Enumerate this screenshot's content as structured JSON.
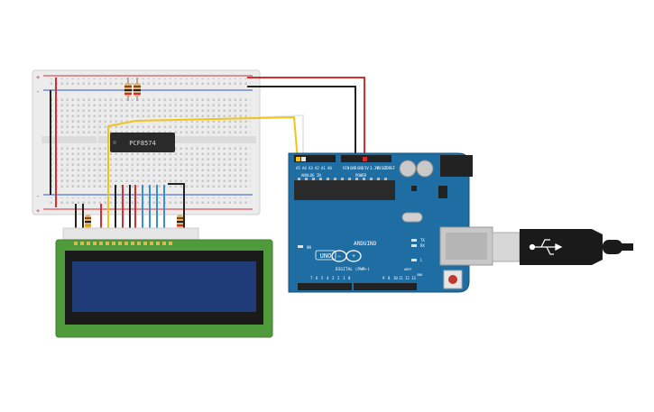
{
  "chip": {
    "label": "PCF8574"
  },
  "arduino": {
    "brand": "ARDUINO",
    "model": "UNO",
    "analog_header_label": "ANALOG IN",
    "power_header_label": "POWER",
    "digital_header_label": "DIGITAL (PWM~)",
    "analog_pins": [
      "A5",
      "A4",
      "A3",
      "A2",
      "A1",
      "A0"
    ],
    "power_pins": [
      "VIN",
      "GND",
      "GND",
      "5V",
      "3.3V",
      "RESET",
      "IOREF"
    ],
    "led_labels": [
      "ON",
      "TX",
      "RX",
      "L"
    ],
    "digital_pins": [
      "0",
      "1",
      "2",
      "3",
      "4",
      "5",
      "6",
      "7",
      "8",
      "9",
      "10",
      "11",
      "12",
      "13",
      "GND",
      "AREF"
    ],
    "board_color": "#1f6ea3"
  },
  "wire_colors": {
    "red": "#d32f2f",
    "black": "#222222",
    "yellow": "#f0c419",
    "white": "#e8e8e8",
    "blue": "#3a8fd6"
  },
  "lcd": {
    "pcb_color": "#4f9a3a",
    "screen_color": "#1f3c78"
  }
}
